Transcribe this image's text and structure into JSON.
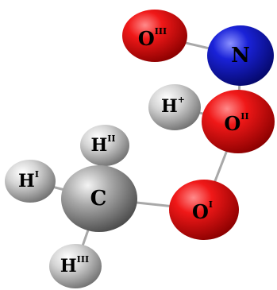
{
  "colors": {
    "oxygen": "#e00000",
    "nitrogen": "#1a22d8",
    "carbon": "#9a9a9a",
    "hydrogen": "#d4d4d4",
    "bond": "#a8a8a8"
  },
  "atoms": {
    "o3": {
      "element": "O",
      "sup": "III",
      "color": "oxygen"
    },
    "n": {
      "element": "N",
      "sup": "",
      "color": "nitrogen"
    },
    "hplus": {
      "element": "H",
      "sup": "+",
      "color": "hydrogen"
    },
    "o2": {
      "element": "O",
      "sup": "II",
      "color": "oxygen"
    },
    "h2": {
      "element": "H",
      "sup": "II",
      "color": "hydrogen"
    },
    "h1": {
      "element": "H",
      "sup": "I",
      "color": "hydrogen"
    },
    "c": {
      "element": "C",
      "sup": "",
      "color": "carbon"
    },
    "o1": {
      "element": "O",
      "sup": "I",
      "color": "oxygen"
    },
    "h3": {
      "element": "H",
      "sup": "III",
      "color": "hydrogen"
    }
  },
  "bonds": [
    {
      "from": "o3",
      "to": "n"
    },
    {
      "from": "n",
      "to": "o2"
    },
    {
      "from": "hplus",
      "to": "o2"
    },
    {
      "from": "o2",
      "to": "o1"
    },
    {
      "from": "c",
      "to": "o1"
    },
    {
      "from": "c",
      "to": "h1"
    },
    {
      "from": "c",
      "to": "h2"
    },
    {
      "from": "c",
      "to": "h3"
    }
  ]
}
